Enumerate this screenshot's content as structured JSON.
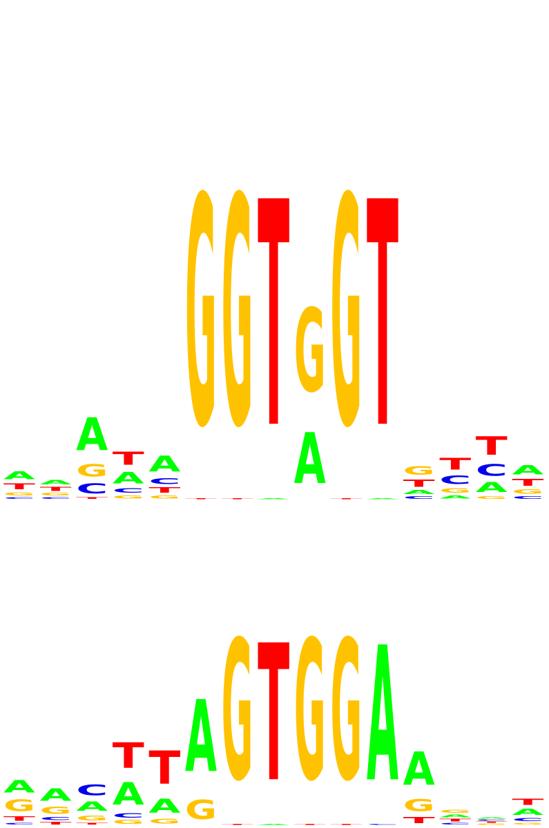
{
  "colors": {
    "A": "#00ff00",
    "C": "#0000ee",
    "G": "#ffc200",
    "T": "#ff0000"
  },
  "logos": [
    {
      "id": "top",
      "columns": [
        [
          [
            "C",
            0.06
          ],
          [
            "G",
            0.1
          ],
          [
            "T",
            0.18
          ],
          [
            "A",
            0.24
          ]
        ],
        [
          [
            "C",
            0.06
          ],
          [
            "G",
            0.08
          ],
          [
            "T",
            0.12
          ],
          [
            "A",
            0.14
          ]
        ],
        [
          [
            "T",
            0.06
          ],
          [
            "C",
            0.3
          ],
          [
            "G",
            0.38
          ],
          [
            "A",
            1.0
          ]
        ],
        [
          [
            "G",
            0.1
          ],
          [
            "C",
            0.14
          ],
          [
            "A",
            0.34
          ],
          [
            "T",
            0.4
          ]
        ],
        [
          [
            "G",
            0.1
          ],
          [
            "T",
            0.16
          ],
          [
            "C",
            0.18
          ],
          [
            "A",
            0.48
          ]
        ],
        [
          [
            "T",
            0.03
          ],
          [
            "G",
            7.0
          ]
        ],
        [
          [
            "T",
            0.03
          ],
          [
            "G",
            7.0
          ]
        ],
        [
          [
            "A",
            0.03
          ],
          [
            "T",
            6.9
          ]
        ],
        [
          [
            "A",
            1.55
          ],
          [
            "G",
            2.55
          ]
        ],
        [
          [
            "T",
            0.03
          ],
          [
            "G",
            7.0
          ]
        ],
        [
          [
            "A",
            0.03
          ],
          [
            "T",
            6.9
          ]
        ],
        [
          [
            "C",
            0.08
          ],
          [
            "A",
            0.12
          ],
          [
            "T",
            0.22
          ],
          [
            "G",
            0.26
          ]
        ],
        [
          [
            "A",
            0.1
          ],
          [
            "G",
            0.14
          ],
          [
            "C",
            0.26
          ],
          [
            "T",
            0.36
          ]
        ],
        [
          [
            "G",
            0.08
          ],
          [
            "A",
            0.3
          ],
          [
            "C",
            0.36
          ],
          [
            "T",
            0.56
          ]
        ],
        [
          [
            "C",
            0.08
          ],
          [
            "G",
            0.14
          ],
          [
            "T",
            0.2
          ],
          [
            "A",
            0.28
          ]
        ]
      ]
    },
    {
      "id": "bottom",
      "columns": [
        [
          [
            "C",
            0.06
          ],
          [
            "T",
            0.14
          ],
          [
            "G",
            0.36
          ],
          [
            "A",
            0.4
          ]
        ],
        [
          [
            "T",
            0.08
          ],
          [
            "C",
            0.1
          ],
          [
            "G",
            0.22
          ],
          [
            "A",
            0.4
          ]
        ],
        [
          [
            "T",
            0.06
          ],
          [
            "G",
            0.16
          ],
          [
            "A",
            0.3
          ],
          [
            "C",
            0.34
          ]
        ],
        [
          [
            "G",
            0.12
          ],
          [
            "C",
            0.14
          ],
          [
            "A",
            0.7
          ],
          [
            "T",
            0.8
          ]
        ],
        [
          [
            "G",
            0.16
          ],
          [
            "A",
            0.44
          ],
          [
            "T",
            1.04
          ]
        ],
        [
          [
            "G",
            0.6
          ],
          [
            "A",
            2.26
          ]
        ],
        [
          [
            "T",
            0.02
          ],
          [
            "G",
            4.4
          ]
        ],
        [
          [
            "A",
            0.02
          ],
          [
            "T",
            4.3
          ]
        ],
        [
          [
            "T",
            0.02
          ],
          [
            "G",
            4.4
          ]
        ],
        [
          [
            "T",
            0.02
          ],
          [
            "G",
            4.4
          ]
        ],
        [
          [
            "C",
            0.03
          ],
          [
            "A",
            4.24
          ]
        ],
        [
          [
            "T",
            0.2
          ],
          [
            "G",
            0.38
          ],
          [
            "A",
            1.04
          ]
        ],
        [
          [
            "C",
            0.06
          ],
          [
            "T",
            0.08
          ],
          [
            "A",
            0.08
          ],
          [
            "G",
            0.1
          ]
        ],
        [
          [
            "G",
            0.04
          ],
          [
            "T",
            0.04
          ],
          [
            "C",
            0.04
          ],
          [
            "A",
            0.04
          ]
        ],
        [
          [
            "G",
            0.06
          ],
          [
            "C",
            0.1
          ],
          [
            "A",
            0.2
          ],
          [
            "T",
            0.2
          ]
        ]
      ]
    }
  ]
}
